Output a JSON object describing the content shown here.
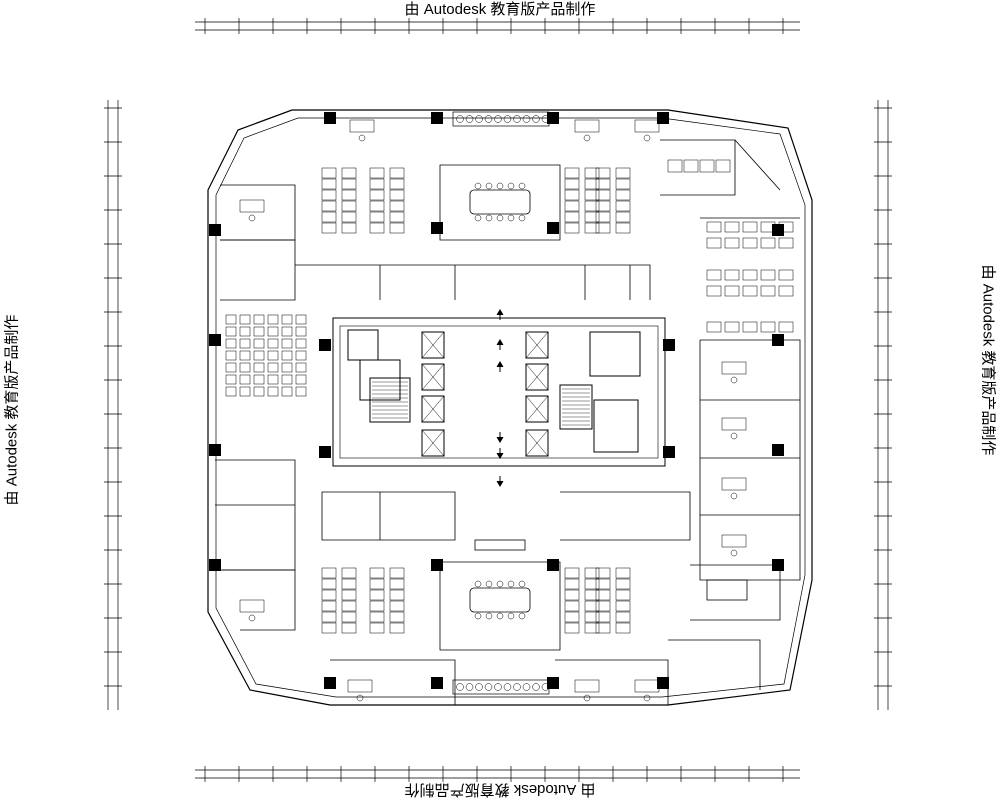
{
  "watermark": {
    "top": "由 Autodesk 教育版产品制作",
    "bottom": "由 Autodesk 教育版产品制作",
    "left": "由 Autodesk 教育版产品制作",
    "right": "由 Autodesk 教育版产品制作"
  },
  "plan": {
    "type": "office-floor-plan",
    "stroke": "#000000",
    "background": "#ffffff"
  }
}
